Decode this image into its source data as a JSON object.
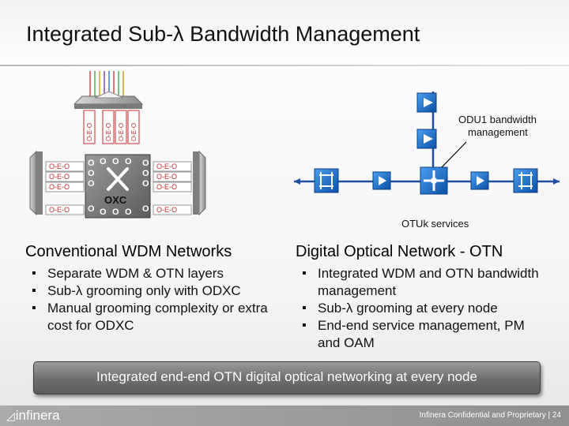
{
  "slide": {
    "title": "Integrated Sub-λ Bandwidth Management"
  },
  "conventional": {
    "heading": "Conventional WDM Networks",
    "bullets": [
      "Separate WDM & OTN layers",
      "Sub-λ grooming only with ODXC",
      "Manual grooming complexity or extra cost for ODXC"
    ],
    "oeo_label": "O-E-O",
    "oxc_label": "OXC",
    "port_label": "O"
  },
  "otn": {
    "heading": "Digital Optical Network - OTN",
    "bullets": [
      "Integrated WDM and OTN bandwidth management",
      "Sub-λ grooming at every node",
      "End-end service management, PM and OAM"
    ],
    "callout_odu": "ODU1 bandwidth management",
    "callout_otuk": "OTUk services"
  },
  "banner": {
    "text": "Integrated end-end OTN digital optical networking at every node"
  },
  "footer": {
    "logo": "infinera",
    "logo_mark": "◿",
    "note": "Infinera Confidential and Proprietary",
    "separator": "|",
    "page": "24"
  },
  "colors": {
    "accent_blue": "#1e6fd6",
    "oeo_red": "#c0282d",
    "banner_gray": "#6e6e6e"
  }
}
